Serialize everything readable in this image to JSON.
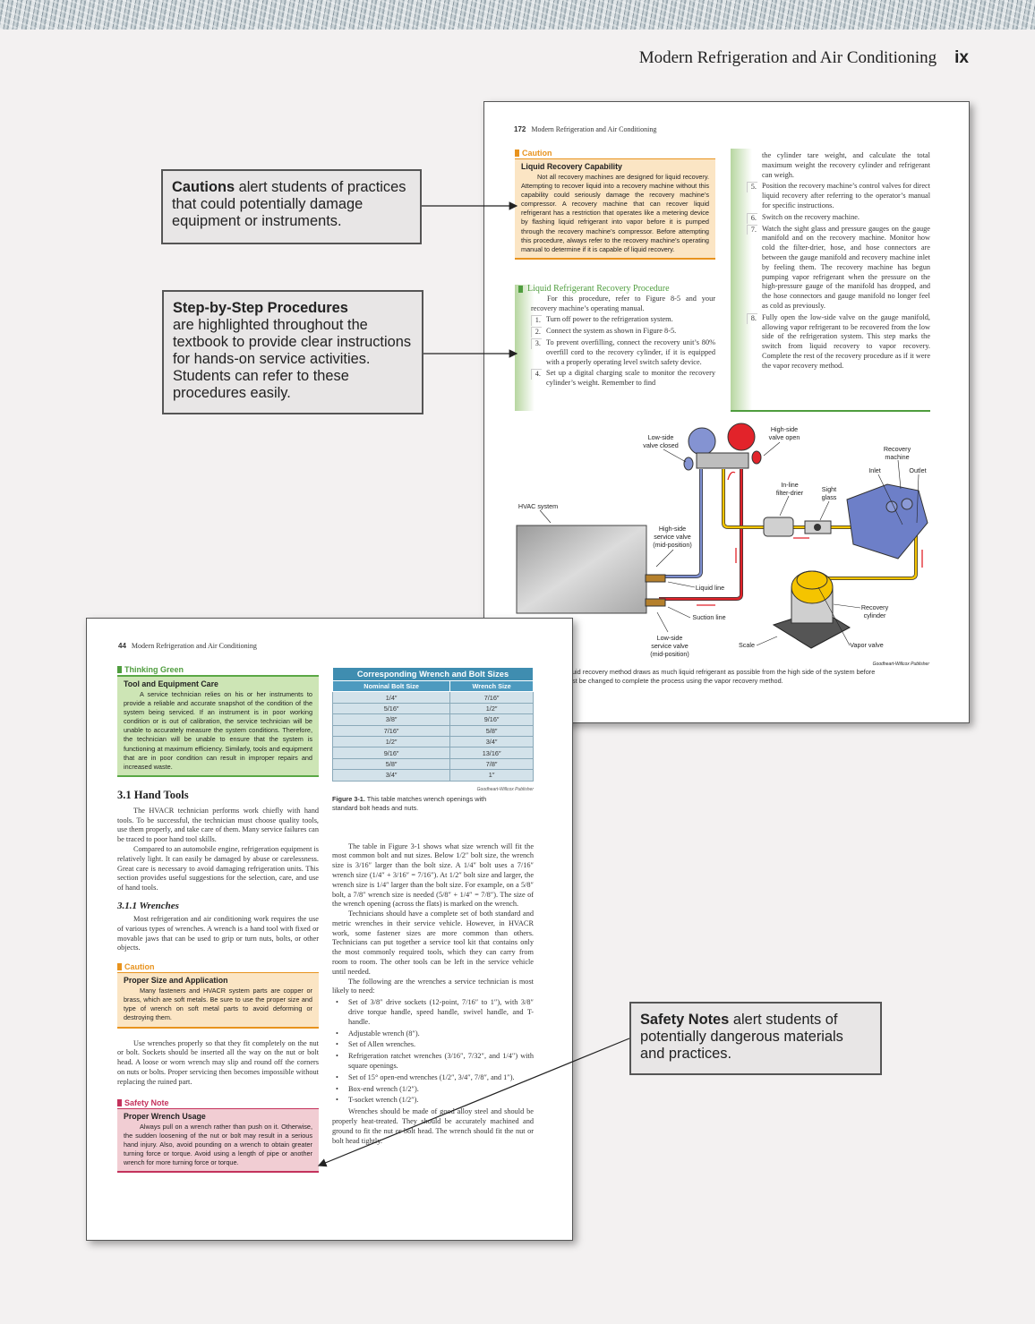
{
  "running_head": {
    "title": "Modern Refrigeration and Air Conditioning",
    "page": "ix"
  },
  "callouts": {
    "cautions": {
      "bold": "Cautions",
      "text": " alert students of practices that could potentially damage equipment or instruments."
    },
    "steps": {
      "bold": "Step-by-Step Procedures",
      "text": "are highlighted throughout the textbook to provide clear instructions for hands-on service activities. Students can refer to these procedures easily."
    },
    "safety": {
      "bold": "Safety Notes",
      "text": " alert students of potentially dangerous materials and practices."
    }
  },
  "page172": {
    "num": "172",
    "title": "Modern Refrigeration and Air Conditioning",
    "caution": {
      "label": "Caution",
      "title": "Liquid Recovery Capability",
      "text": "Not all recovery machines are designed for liquid recovery. Attempting to recover liquid into a recovery machine without this capability could seriously damage the recovery machine’s compressor. A recovery machine that can recover liquid refrigerant has a restriction that operates like a metering device by flashing liquid refrigerant into vapor before it is pumped through the recovery machine’s compressor. Before attempting this procedure, always refer to the recovery machine’s operating manual to determine if it is capable of liquid recovery."
    },
    "procedure": {
      "title": "Liquid Refrigerant Recovery Procedure",
      "intro": "For this procedure, refer to Figure 8-5 and your recovery machine’s operating manual.",
      "steps": [
        {
          "n": "1.",
          "t": "Turn off power to the refrigeration system."
        },
        {
          "n": "2.",
          "t": "Connect the system as shown in Figure 8-5."
        },
        {
          "n": "3.",
          "t": "To prevent overfilling, connect the recovery unit’s 80% overfill cord to the recovery cylinder, if it is equipped with a properly operating level switch safety device."
        },
        {
          "n": "4.",
          "t": "Set up a digital charging scale to monitor the recovery cylinder’s weight. Remember to find"
        }
      ],
      "continued": "the cylinder tare weight, and calculate the total maximum weight the recovery cylinder and refrigerant can weigh.",
      "steps2": [
        {
          "n": "5.",
          "t": "Position the recovery machine’s control valves for direct liquid recovery after referring to the operator’s manual for specific instructions."
        },
        {
          "n": "6.",
          "t": "Switch on the recovery machine."
        },
        {
          "n": "7.",
          "t": "Watch the sight glass and pressure gauges on the gauge manifold and on the recovery machine. Monitor how cold the filter-drier, hose, and hose connectors are between the gauge manifold and recovery machine inlet by feeling them. The recovery machine has begun pumping vapor refrigerant when the pressure on the high-pressure gauge of the manifold has dropped, and the hose connectors and gauge manifold no longer feel as cold as previously."
        },
        {
          "n": "8.",
          "t": "Fully open the low-side valve on the gauge manifold, allowing vapor refrigerant to be recovered from the low side of the refrigeration system. This step marks the switch from liquid recovery to vapor recovery. Complete the rest of the recovery procedure as if it were the vapor recovery method."
        }
      ]
    },
    "diagram": {
      "labels": {
        "low_valve": [
          "Low-side",
          "valve closed"
        ],
        "high_valve": [
          "High-side",
          "valve open"
        ],
        "machine": [
          "Recovery",
          "machine"
        ],
        "inlet": "Inlet",
        "outlet": "Outlet",
        "filter": [
          "In-line",
          "filter-drier"
        ],
        "sight": [
          "Sight",
          "glass"
        ],
        "hvac": "HVAC system",
        "hs_service": [
          "High-side",
          "service valve",
          "(mid-position)"
        ],
        "liquid": "Liquid line",
        "suction": "Suction line",
        "ls_service": [
          "Low-side",
          "service valve",
          "(mid-position)"
        ],
        "scale": "Scale",
        "cylinder": [
          "Recovery",
          "cylinder"
        ],
        "vapor": "Vapor valve"
      },
      "credit": "Goodheart-Willcox Publisher"
    },
    "caption": [
      "uid recovery method draws as much liquid refrigerant as possible from the high side of the system before",
      "st be changed to complete the process using the vapor recovery method."
    ]
  },
  "page44": {
    "num": "44",
    "title": "Modern Refrigeration and Air Conditioning",
    "green": {
      "label": "Thinking Green",
      "title": "Tool and Equipment Care",
      "text": "A service technician relies on his or her instruments to provide a reliable and accurate snapshot of the condition of the system being serviced. If an instrument is in poor working condition or is out of calibration, the service technician will be unable to accurately measure the system conditions. Therefore, the technician will be unable to ensure that the system is functioning at maximum efficiency. Similarly, tools and equipment that are in poor condition can result in improper repairs and increased waste."
    },
    "h2": "3.1 Hand Tools",
    "p1": "The HVACR technician performs work chiefly with hand tools. To be successful, the technician must choose quality tools, use them properly, and take care of them. Many service failures can be traced to poor hand tool skills.",
    "p2": "Compared to an automobile engine, refrigeration equipment is relatively light. It can easily be damaged by abuse or carelessness. Great care is necessary to avoid damaging refrigeration units. This section provides useful suggestions for the selection, care, and use of hand tools.",
    "h3": "3.1.1 Wrenches",
    "p3": "Most refrigeration and air conditioning work requires the use of various types of wrenches. A wrench is a hand tool with fixed or movable jaws that can be used to grip or turn nuts, bolts, or other objects.",
    "caution": {
      "label": "Caution",
      "title": "Proper Size and Application",
      "text": "Many fasteners and HVACR system parts are copper or brass, which are soft metals. Be sure to use the proper size and type of wrench on soft metal parts to avoid deforming or destroying them."
    },
    "p4": "Use wrenches properly so that they fit completely on the nut or bolt. Sockets should be inserted all the way on the nut or bolt head. A loose or worn wrench may slip and round off the corners on nuts or bolts. Proper servicing then becomes impossible without replacing the ruined part.",
    "safety": {
      "label": "Safety Note",
      "title": "Proper Wrench Usage",
      "text": "Always pull on a wrench rather than push on it. Otherwise, the sudden loosening of the nut or bolt may result in a serious hand injury. Also, avoid pounding on a wrench to obtain greater turning force or torque. Avoid using a length of pipe or another wrench for more turning force or torque."
    },
    "table": {
      "title": "Corresponding Wrench and Bolt Sizes",
      "headers": [
        "Nominal Bolt Size",
        "Wrench Size"
      ],
      "rows": [
        [
          "1/4″",
          "7/16″"
        ],
        [
          "5/16″",
          "1/2″"
        ],
        [
          "3/8″",
          "9/16″"
        ],
        [
          "7/16″",
          "5/8″"
        ],
        [
          "1/2″",
          "3/4″"
        ],
        [
          "9/16″",
          "13/16″"
        ],
        [
          "5/8″",
          "7/8″"
        ],
        [
          "3/4″",
          "1″"
        ]
      ],
      "credit": "Goodheart-Willcox Publisher",
      "fig": "Figure 3-1.",
      "caption": " This table matches wrench openings with standard bolt heads and nuts."
    },
    "r1": "The table in Figure 3-1 shows what size wrench will fit the most common bolt and nut sizes. Below 1/2″ bolt size, the wrench size is 3/16″ larger than the bolt size. A 1/4″ bolt uses a 7/16″ wrench size (1/4″ + 3/16″ = 7/16″). At 1/2″ bolt size and larger, the wrench size is 1/4″ larger than the bolt size. For example, on a 5/8″ bolt, a 7/8″ wrench size is needed (5/8″ + 1/4″ = 7/8″). The size of the wrench opening (across the flats) is marked on the wrench.",
    "r2": "Technicians should have a complete set of both standard and metric wrenches in their service vehicle. However, in HVACR work, some fastener sizes are more common than others. Technicians can put together a service tool kit that contains only the most commonly required tools, which they can carry from room to room. The other tools can be left in the service vehicle until needed.",
    "r3": "The following are the wrenches a service technician is most likely to need:",
    "bullets": [
      "Set of 3/8″ drive sockets (12-point, 7/16″ to 1″), with 3/8″ drive torque handle, speed handle, swivel handle, and T-handle.",
      "Adjustable wrench (8″).",
      "Set of Allen wrenches.",
      "Refrigeration ratchet wrenches (3/16″, 7/32″, and 1/4″) with square openings.",
      "Set of 15° open-end wrenches (1/2″, 3/4″, 7/8″, and 1″).",
      "Box-end wrench (1/2″).",
      "T-socket wrench (1/2″)."
    ],
    "r4": "Wrenches should be made of good alloy steel and should be properly heat-treated. They should be accurately machined and ground to fit the nut or bolt head. The wrench should fit the nut or bolt head tightly."
  },
  "colors": {
    "caution": "#e8931e",
    "green": "#4f9d3e",
    "safety": "#c4325c",
    "table": "#3f8db0"
  }
}
